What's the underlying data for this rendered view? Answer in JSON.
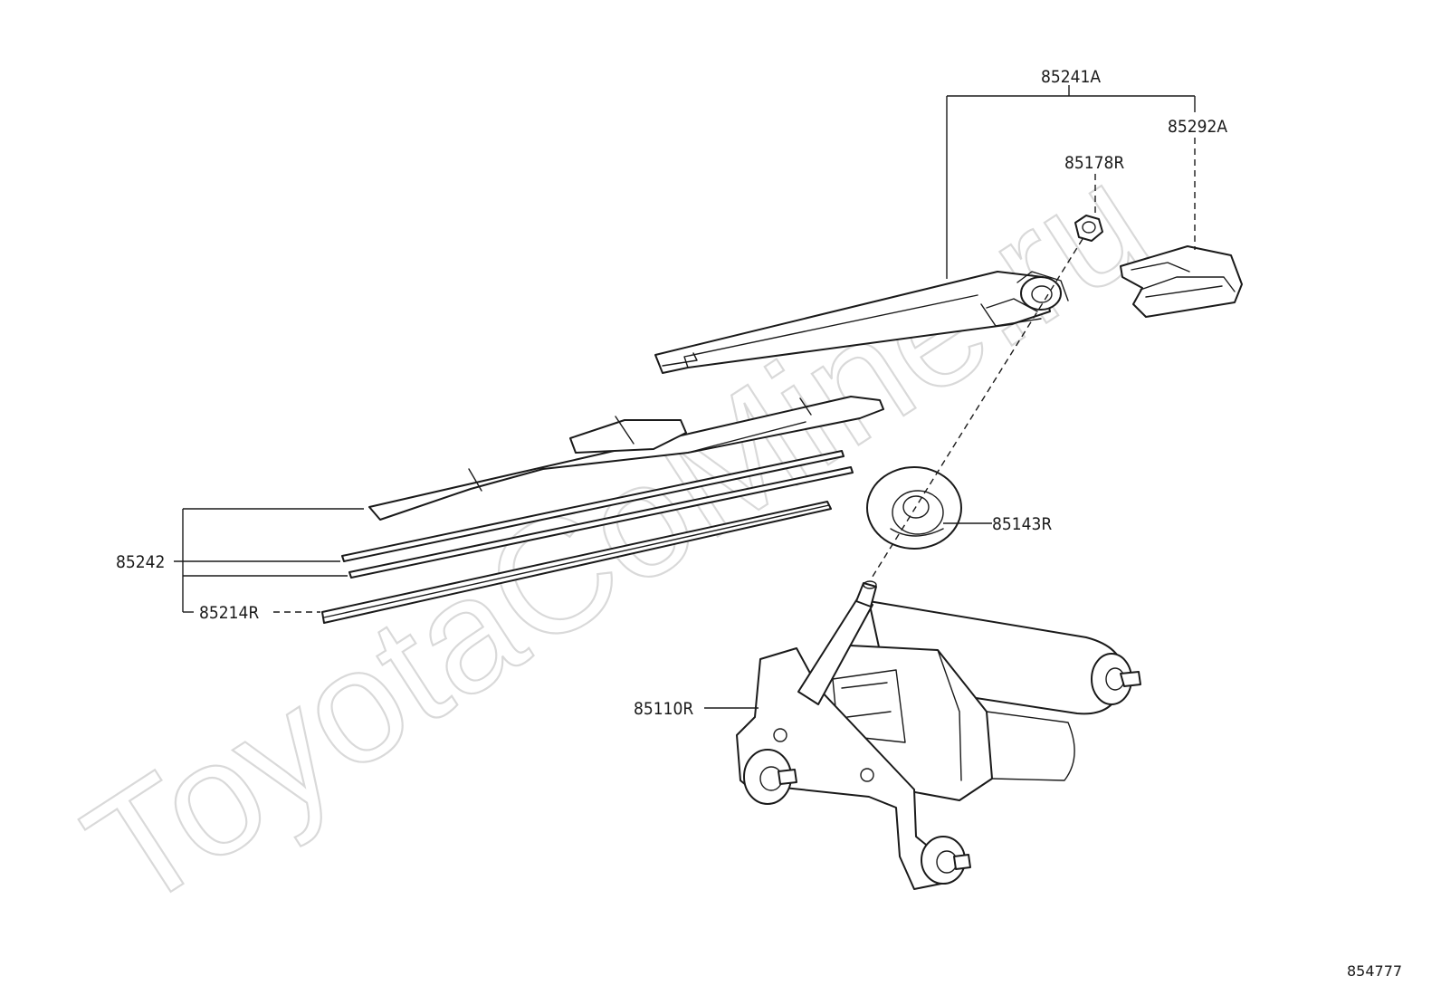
{
  "watermark": "ToyotaCoMine.ru",
  "diagram_code": "854777",
  "callouts": {
    "arm_assembly": "85241A",
    "arm_cover": "85292A",
    "nut": "85178R",
    "cap": "85143R",
    "blade_assembly": "85242",
    "blade_rubber": "85214R",
    "motor": "85110R"
  }
}
